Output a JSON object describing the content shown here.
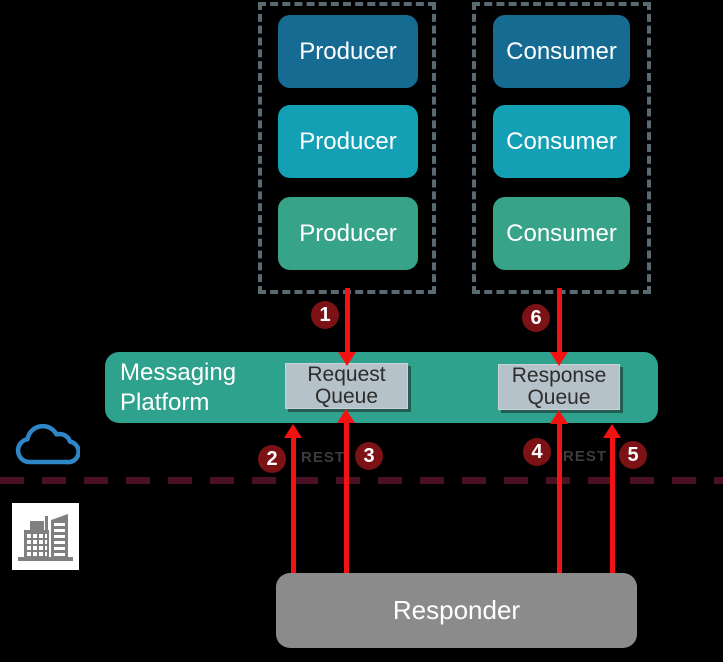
{
  "colors": {
    "background": "#000000",
    "node_blue": "#166b93",
    "node_cyan": "#139fb4",
    "node_green": "#37a388",
    "platform_teal": "#2ea28c",
    "queue_gray": "#b5c2c9",
    "queue_text": "#2d2d2d",
    "responder_gray": "#8b8b8b",
    "arrow_red": "#f41112",
    "step_badge_maroon": "#7c1215",
    "group_border_gray": "#5a6a72",
    "boundary_maroon": "#4a1124",
    "rest_text_gray": "#3c3c3c",
    "cloud_blue": "#2e86c7",
    "building_gray": "#808080"
  },
  "producer_group": {
    "items": [
      {
        "label": "Producer"
      },
      {
        "label": "Producer"
      },
      {
        "label": "Producer"
      }
    ]
  },
  "consumer_group": {
    "items": [
      {
        "label": "Consumer"
      },
      {
        "label": "Consumer"
      },
      {
        "label": "Consumer"
      }
    ]
  },
  "platform": {
    "label": "Messaging Platform",
    "request_queue_label": "Request Queue",
    "response_queue_label": "Response Queue"
  },
  "responder": {
    "label": "Responder"
  },
  "steps": [
    {
      "number": "1"
    },
    {
      "number": "2"
    },
    {
      "number": "3"
    },
    {
      "number": "4"
    },
    {
      "number": "5"
    },
    {
      "number": "6"
    }
  ],
  "rest_labels": [
    "REST",
    "REST"
  ],
  "icons": {
    "cloud": "cloud-icon",
    "building": "on-premises-building-icon"
  }
}
